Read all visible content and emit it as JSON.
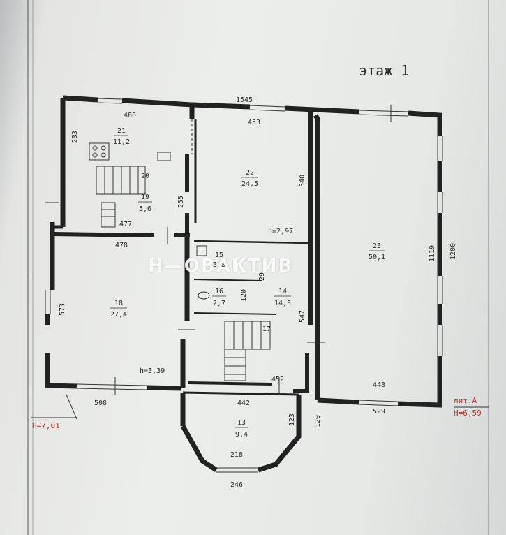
{
  "title": "этаж 1",
  "watermark": "Н—ОВАКТИВ",
  "heights": {
    "left": "H=7,01",
    "right_lit": "лит.А",
    "right": "H=6,59",
    "h1": "h=2,97",
    "h2": "h=3,39"
  },
  "rooms": [
    {
      "num": "21",
      "area": "11,2"
    },
    {
      "num": "22",
      "area": "24,5"
    },
    {
      "num": "23",
      "area": "50,1"
    },
    {
      "num": "19",
      "area": "5,6"
    },
    {
      "num": "18",
      "area": "27,4"
    },
    {
      "num": "15",
      "area": "3,8"
    },
    {
      "num": "16",
      "area": "2,7"
    },
    {
      "num": "14",
      "area": "14,3"
    },
    {
      "num": "13",
      "area": "9,4"
    },
    {
      "num": "20",
      "area": ""
    },
    {
      "num": "17",
      "area": ""
    }
  ],
  "dimensions": {
    "d1545": "1545",
    "d480": "480",
    "d453": "453",
    "d233": "233",
    "d540": "540",
    "d255": "255",
    "d477": "477",
    "d478": "478",
    "d1119": "1119",
    "d1200": "1200",
    "d573": "573",
    "d120a": "120",
    "d29": "29",
    "d547": "547",
    "d452": "452",
    "d448": "448",
    "d508": "508",
    "d442": "442",
    "d529": "529",
    "d123": "123",
    "d120b": "120",
    "d218": "218",
    "d246": "246"
  }
}
